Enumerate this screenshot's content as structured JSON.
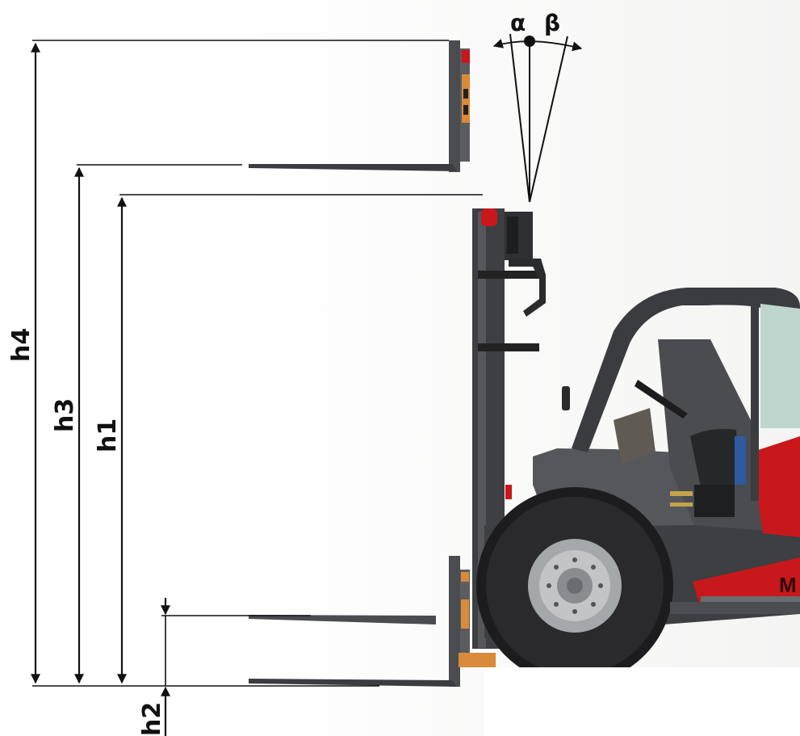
{
  "dimensions": {
    "h1": "h1",
    "h2": "h2",
    "h3": "h3",
    "h4": "h4"
  },
  "angles": {
    "alpha": "α",
    "beta": "β"
  },
  "machine": {
    "logo_fragment": "M"
  },
  "colors": {
    "line": "#111111",
    "body_dark": "#3d3f42",
    "cab_red": "#c8181c",
    "tire": "#1c1c1e",
    "rim": "#a5a8ab",
    "glass": "#bfd6cf",
    "fork_accent": "#d98a3a"
  }
}
